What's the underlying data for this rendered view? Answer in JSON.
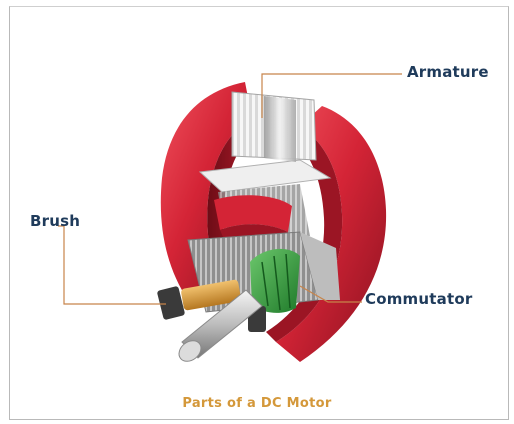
{
  "diagram": {
    "labels": {
      "armature": "Armature",
      "brush": "Brush",
      "commutator": "Commutator"
    },
    "caption": "Parts of a DC Motor"
  },
  "colors": {
    "magnet_red": "#d42436",
    "magnet_dark": "#7d0f1b",
    "leader_line": "#c7844a",
    "label_text": "#1f3b5b",
    "caption_text": "#d4983a",
    "commutator_green": "#2f9a3b",
    "brush_orange": "#d9942e"
  }
}
